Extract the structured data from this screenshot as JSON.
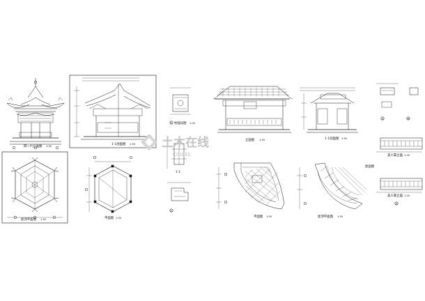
{
  "sheet": {
    "titles": {
      "hex_elevation": "四一六立面图",
      "hex_section": "1-1剖面图",
      "hex_roof_plan": "屋顶平面图",
      "hex_plan": "平面图",
      "detail_a": "柱础详图",
      "hall_elevation": "立面图",
      "hall_section": "1-1剖面图",
      "hall_plan": "平面图",
      "hall_roof_plan": "屋顶平面图",
      "roof_plan_b": "屋面图",
      "section_mark": "1-1"
    },
    "scales": [
      "1:50",
      "1:50",
      "1:50",
      "1:50",
      "1:20",
      "1:50",
      "1:50",
      "1:50",
      "1:50",
      "1:20",
      "1:20"
    ],
    "detail_numbers": [
      "①",
      "②",
      "③",
      "④",
      "⑤"
    ],
    "rail_labels": [
      "美人靠立面",
      "美人靠立面"
    ],
    "watermark": {
      "cn": "土木在线",
      "en": "COIBEE"
    }
  }
}
